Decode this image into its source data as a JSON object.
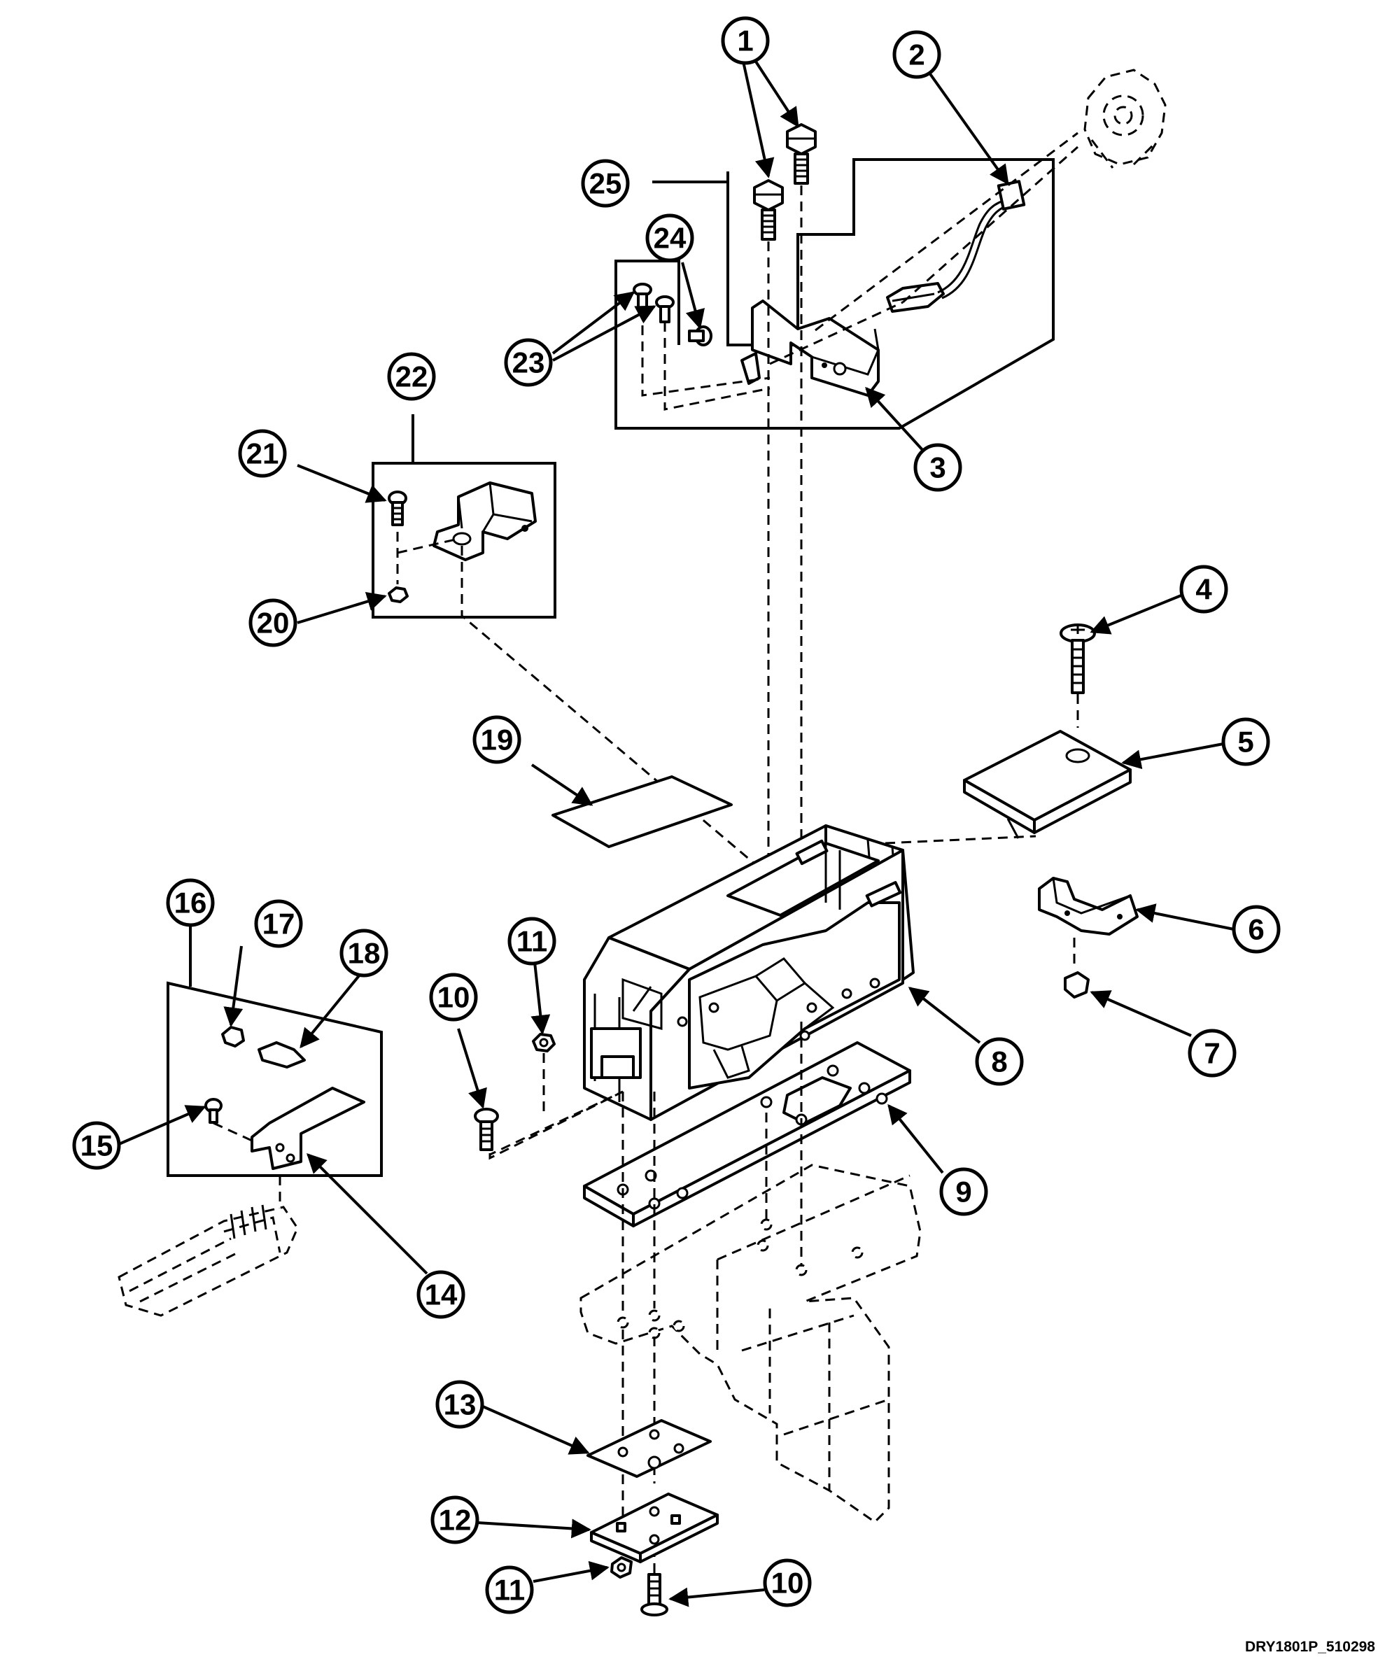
{
  "drawing_code": "DRY1801P_510298",
  "callouts": [
    {
      "id": "c1",
      "label": "1"
    },
    {
      "id": "c2",
      "label": "2"
    },
    {
      "id": "c3",
      "label": "3"
    },
    {
      "id": "c4",
      "label": "4"
    },
    {
      "id": "c5",
      "label": "5"
    },
    {
      "id": "c6",
      "label": "6"
    },
    {
      "id": "c7",
      "label": "7"
    },
    {
      "id": "c8",
      "label": "8"
    },
    {
      "id": "c9",
      "label": "9"
    },
    {
      "id": "c10a",
      "label": "10"
    },
    {
      "id": "c10b",
      "label": "10"
    },
    {
      "id": "c11a",
      "label": "11"
    },
    {
      "id": "c11b",
      "label": "11"
    },
    {
      "id": "c12",
      "label": "12"
    },
    {
      "id": "c13",
      "label": "13"
    },
    {
      "id": "c14",
      "label": "14"
    },
    {
      "id": "c15",
      "label": "15"
    },
    {
      "id": "c16",
      "label": "16"
    },
    {
      "id": "c17",
      "label": "17"
    },
    {
      "id": "c18",
      "label": "18"
    },
    {
      "id": "c19",
      "label": "19"
    },
    {
      "id": "c20",
      "label": "20"
    },
    {
      "id": "c21",
      "label": "21"
    },
    {
      "id": "c22",
      "label": "22"
    },
    {
      "id": "c23",
      "label": "23"
    },
    {
      "id": "c24",
      "label": "24"
    },
    {
      "id": "c25",
      "label": "25"
    }
  ]
}
